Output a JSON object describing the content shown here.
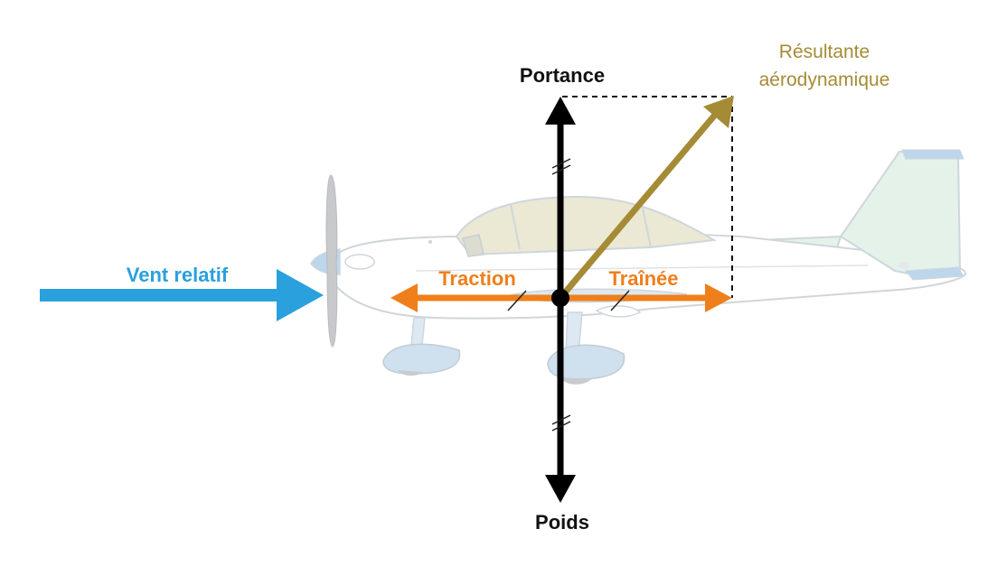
{
  "colors": {
    "wind": "#2aa0dc",
    "horizontal_forces": "#ef7f1a",
    "vertical_forces": "#000000",
    "resultant": "#a58b35",
    "aircraft_outline": "#cfd6dc",
    "aircraft_fill_blue": "#bcd6ec",
    "canopy_fill": "#ebe8d4",
    "tail_fill": "#e4f2ea"
  },
  "labels": {
    "lift": "Portance",
    "weight": "Poids",
    "thrust": "Traction",
    "drag": "Traînée",
    "relative_wind": "Vent relatif",
    "resultant_line1": "Résultante",
    "resultant_line2": "aérodynamique"
  },
  "icons": {
    "aircraft": "light-airplane-side-view-icon",
    "equal_marks": "double-slash-equal-length-marks"
  }
}
